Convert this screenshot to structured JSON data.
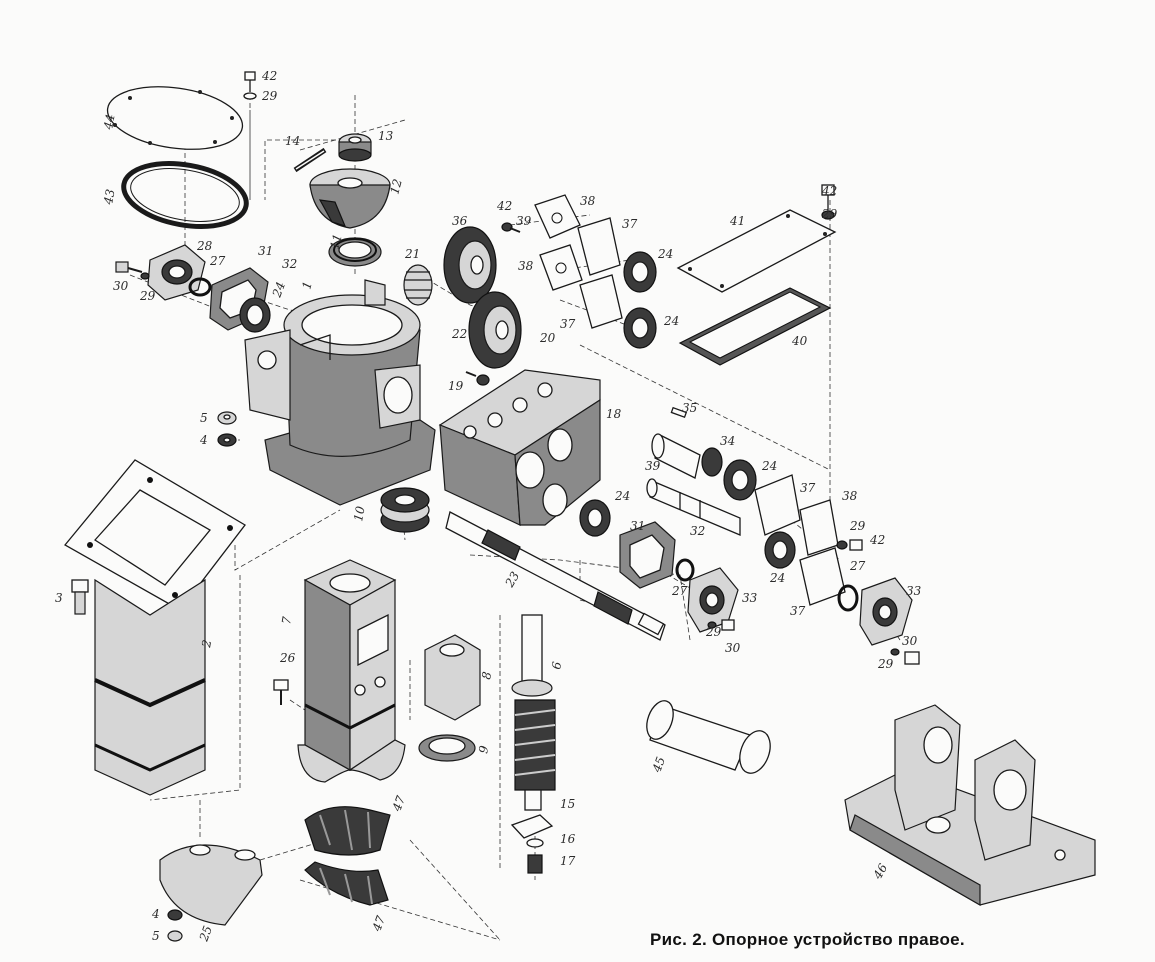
{
  "caption": "Рис. 2. Опорное устройство правое.",
  "labels": [
    {
      "id": "42a",
      "text": "42"
    },
    {
      "id": "29a",
      "text": "29"
    },
    {
      "id": "44",
      "text": "44"
    },
    {
      "id": "14",
      "text": "14"
    },
    {
      "id": "13",
      "text": "13"
    },
    {
      "id": "43",
      "text": "43"
    },
    {
      "id": "12",
      "text": "12"
    },
    {
      "id": "11",
      "text": "11"
    },
    {
      "id": "28",
      "text": "28"
    },
    {
      "id": "31a",
      "text": "31"
    },
    {
      "id": "32a",
      "text": "32"
    },
    {
      "id": "27a",
      "text": "27"
    },
    {
      "id": "30a",
      "text": "30"
    },
    {
      "id": "29b",
      "text": "29"
    },
    {
      "id": "24a",
      "text": "24"
    },
    {
      "id": "1",
      "text": "1"
    },
    {
      "id": "21",
      "text": "21"
    },
    {
      "id": "36",
      "text": "36"
    },
    {
      "id": "42b",
      "text": "42"
    },
    {
      "id": "39a",
      "text": "39"
    },
    {
      "id": "38a",
      "text": "38"
    },
    {
      "id": "37a",
      "text": "37"
    },
    {
      "id": "38b",
      "text": "38"
    },
    {
      "id": "24b",
      "text": "24"
    },
    {
      "id": "37b",
      "text": "37"
    },
    {
      "id": "24c",
      "text": "24"
    },
    {
      "id": "22",
      "text": "22"
    },
    {
      "id": "20",
      "text": "20"
    },
    {
      "id": "42c",
      "text": "42"
    },
    {
      "id": "29c",
      "text": "29"
    },
    {
      "id": "41",
      "text": "41"
    },
    {
      "id": "40",
      "text": "40"
    },
    {
      "id": "5a",
      "text": "5"
    },
    {
      "id": "4a",
      "text": "4"
    },
    {
      "id": "19",
      "text": "19"
    },
    {
      "id": "18",
      "text": "18"
    },
    {
      "id": "35",
      "text": "35"
    },
    {
      "id": "34",
      "text": "34"
    },
    {
      "id": "24d",
      "text": "24"
    },
    {
      "id": "39b",
      "text": "39"
    },
    {
      "id": "24e",
      "text": "24"
    },
    {
      "id": "37c",
      "text": "37"
    },
    {
      "id": "38c",
      "text": "38"
    },
    {
      "id": "10",
      "text": "10"
    },
    {
      "id": "31b",
      "text": "31"
    },
    {
      "id": "32b",
      "text": "32"
    },
    {
      "id": "29d",
      "text": "29"
    },
    {
      "id": "42d",
      "text": "42"
    },
    {
      "id": "27b",
      "text": "27"
    },
    {
      "id": "24f",
      "text": "24"
    },
    {
      "id": "3",
      "text": "3"
    },
    {
      "id": "2",
      "text": "2"
    },
    {
      "id": "23",
      "text": "23"
    },
    {
      "id": "27c",
      "text": "27"
    },
    {
      "id": "33a",
      "text": "33"
    },
    {
      "id": "37d",
      "text": "37"
    },
    {
      "id": "33b",
      "text": "33"
    },
    {
      "id": "29e",
      "text": "29"
    },
    {
      "id": "30b",
      "text": "30"
    },
    {
      "id": "30c",
      "text": "30"
    },
    {
      "id": "29f",
      "text": "29"
    },
    {
      "id": "7",
      "text": "7"
    },
    {
      "id": "8",
      "text": "8"
    },
    {
      "id": "26",
      "text": "26"
    },
    {
      "id": "6",
      "text": "6"
    },
    {
      "id": "9",
      "text": "9"
    },
    {
      "id": "45",
      "text": "45"
    },
    {
      "id": "15",
      "text": "15"
    },
    {
      "id": "47a",
      "text": "47"
    },
    {
      "id": "16",
      "text": "16"
    },
    {
      "id": "17",
      "text": "17"
    },
    {
      "id": "46",
      "text": "46"
    },
    {
      "id": "4b",
      "text": "4"
    },
    {
      "id": "5b",
      "text": "5"
    },
    {
      "id": "25",
      "text": "25"
    },
    {
      "id": "47b",
      "text": "47"
    }
  ]
}
